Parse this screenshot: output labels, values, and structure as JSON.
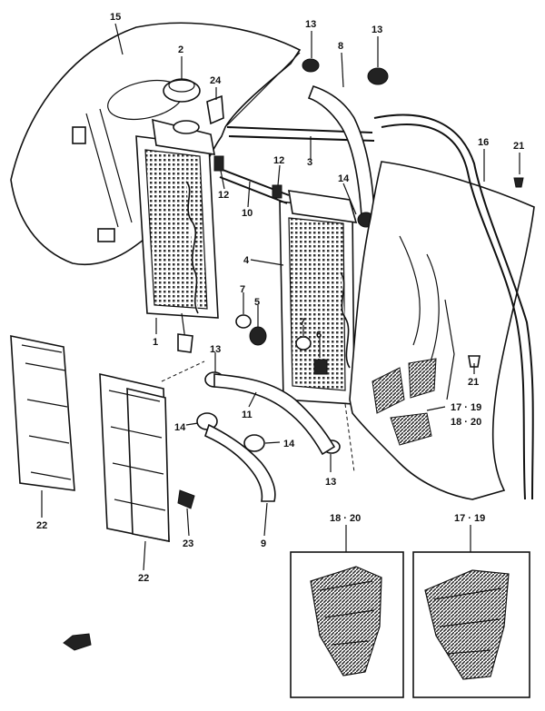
{
  "callouts": {
    "c15": "15",
    "c2": "2",
    "c24": "24",
    "c13a": "13",
    "c8": "8",
    "c13b": "13",
    "c16": "16",
    "c21a": "21",
    "c3": "3",
    "c12a": "12",
    "c12b": "12",
    "c10": "10",
    "c14a": "14",
    "c4": "4",
    "c1": "1",
    "c7a": "7",
    "c5": "5",
    "c7b": "7",
    "c6": "6",
    "c21b": "21",
    "c13c": "13",
    "c11": "11",
    "c17_19a": "17 · 19",
    "c18_20a": "18 · 20",
    "c14b": "14",
    "c14c": "14",
    "c13d": "13",
    "c22a": "22",
    "c22b": "22",
    "c23": "23",
    "c9": "9",
    "c18_20b": "18 · 20",
    "c17_19b": "17 · 19"
  },
  "icons": {
    "front_arrow": "front-direction-arrow-icon"
  }
}
